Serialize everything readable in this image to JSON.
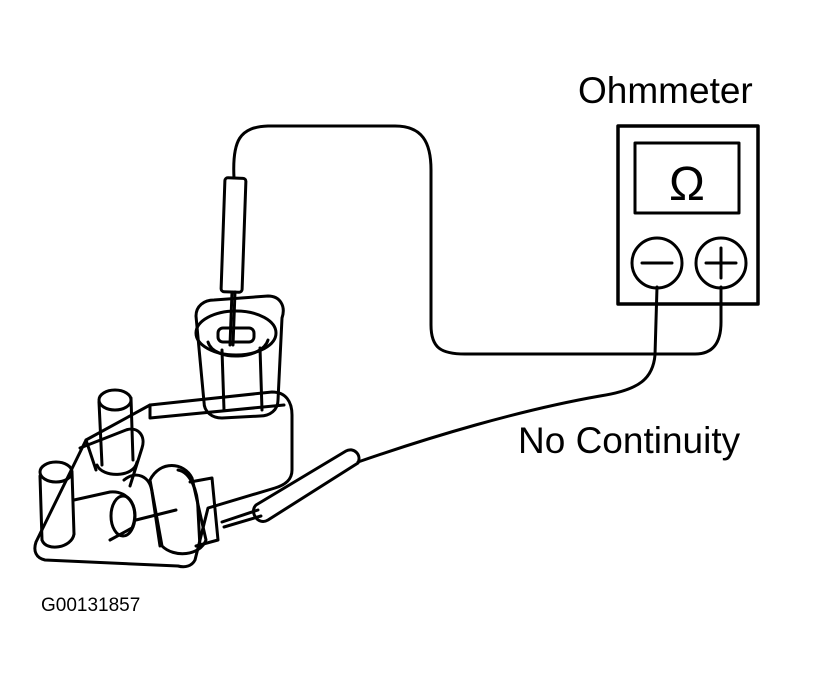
{
  "instrument": {
    "label": "Ohmmeter",
    "display_symbol": "Ω",
    "negative_terminal": "−",
    "positive_terminal": "+"
  },
  "result_label": "No Continuity",
  "figure_id": "G00131857",
  "colors": {
    "ink": "#000000",
    "background": "#ffffff"
  }
}
